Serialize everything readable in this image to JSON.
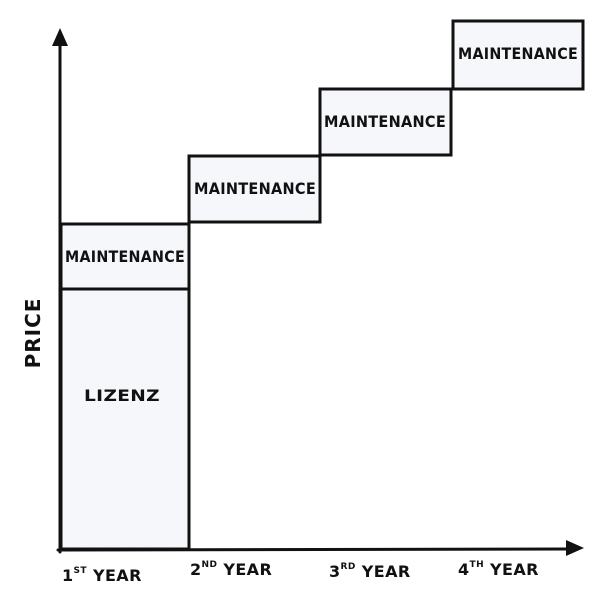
{
  "colors": {
    "ink": "#111111",
    "box_fill": "#f6f7fb",
    "background": "#ffffff"
  },
  "diagram": {
    "y_axis_title": "PRICE",
    "blocks": {
      "license": "LIZENZ",
      "maintenance_year1": "MAINTENANCE",
      "maintenance_year2": "MAINTENANCE",
      "maintenance_year3": "MAINTENANCE",
      "maintenance_year4": "MAINTENANCE"
    },
    "x_ticks": [
      {
        "number": "1",
        "suffix": "ST",
        "word": "YEAR"
      },
      {
        "number": "2",
        "suffix": "ND",
        "word": "YEAR"
      },
      {
        "number": "3",
        "suffix": "RD",
        "word": "YEAR"
      },
      {
        "number": "4",
        "suffix": "TH",
        "word": "YEAR"
      }
    ]
  }
}
